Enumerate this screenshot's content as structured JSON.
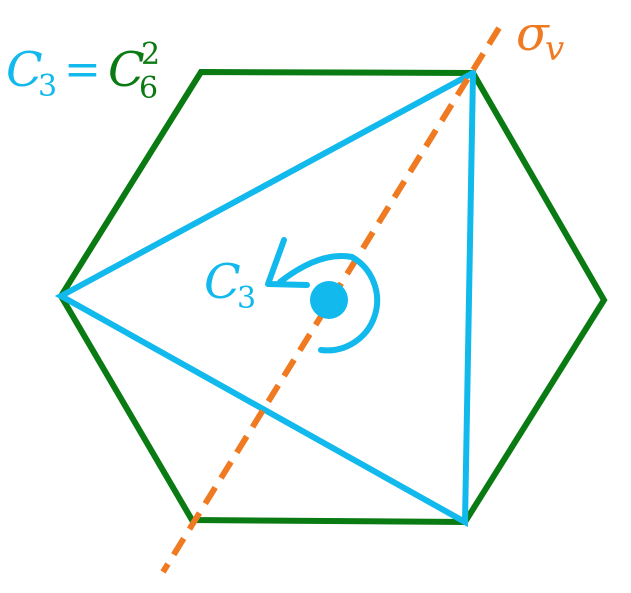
{
  "colors": {
    "hexagon": "#0a7a12",
    "triangle": "#12b9ec",
    "mirror": "#f07a22",
    "background": "#ffffff"
  },
  "labels": {
    "top_left": {
      "c3_letter": "C",
      "c3_sub": "3",
      "equals": "=",
      "c6_letter": "C",
      "c6_sub": "6",
      "c6_sup": "2"
    },
    "center": {
      "letter": "C",
      "sub": "3"
    },
    "mirror": {
      "letter": "σ",
      "sub": "v"
    }
  },
  "icons": {
    "rotation": "counterclockwise-arrow-icon",
    "axis": "filled-dot-icon"
  }
}
